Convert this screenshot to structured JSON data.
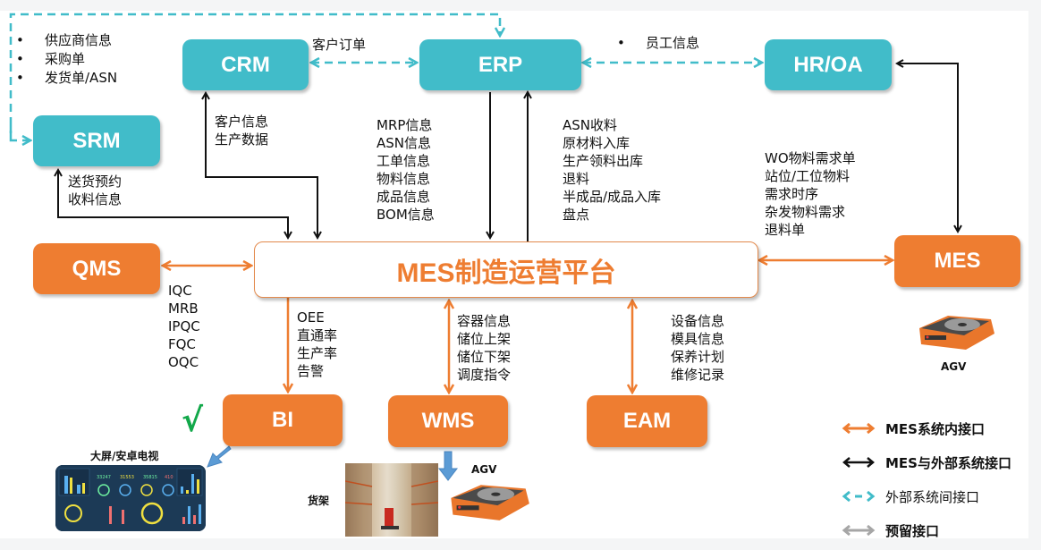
{
  "title": "MES制造运营平台",
  "colors": {
    "external_system": "#41bcc9",
    "mes_system": "#ee7d31",
    "internal_interface": "#ee7d31",
    "external_interface": "#111111",
    "between_external": "#41bcc9",
    "reserved": "#a6a6a6",
    "checkmark": "#12a84a",
    "down_arrow": "#5b9bd5"
  },
  "systems": {
    "crm": "CRM",
    "erp": "ERP",
    "hroa": "HR/OA",
    "srm": "SRM",
    "qms": "QMS",
    "mes": "MES",
    "bi": "BI",
    "wms": "WMS",
    "eam": "EAM"
  },
  "flows": {
    "srm_external": [
      "供应商信息",
      "采购单",
      "发货单/ASN"
    ],
    "crm_erp": "客户订单",
    "erp_hr": [
      "员工信息"
    ],
    "crm_mes": [
      "客户信息",
      "生产数据"
    ],
    "srm_mes": [
      "送货预约",
      "收料信息"
    ],
    "erp_to_mes": [
      "MRP信息",
      "ASN信息",
      "工单信息",
      "物料信息",
      "成品信息",
      "BOM信息"
    ],
    "mes_to_erp": [
      "ASN收料",
      "原材料入库",
      "生产领料出库",
      "退料",
      "半成品/成品入库",
      "盘点"
    ],
    "mes_ext": [
      "WO物料需求单",
      "站位/工位物料",
      "需求时序",
      "杂发物料需求",
      "退料单"
    ],
    "qms": [
      "IQC",
      "MRB",
      "IPQC",
      "FQC",
      "OQC"
    ],
    "bi": [
      "OEE",
      "直通率",
      "生产率",
      "告警"
    ],
    "wms": [
      "容器信息",
      "储位上架",
      "储位下架",
      "调度指令"
    ],
    "eam": [
      "设备信息",
      "模具信息",
      "保养计划",
      "维修记录"
    ]
  },
  "images": {
    "agv_label_right": "AGV",
    "agv_label_bottom": "AGV",
    "screen_label": "大屏/安卓电视",
    "shelf_label": "货架",
    "check": "√"
  },
  "legend": [
    {
      "label": "MES系统内接口",
      "style": "orange-solid"
    },
    {
      "label": "MES与外部系统接口",
      "style": "black-solid"
    },
    {
      "label": "外部系统间接口",
      "style": "teal-dashed"
    },
    {
      "label": "预留接口",
      "style": "gray-solid"
    }
  ]
}
